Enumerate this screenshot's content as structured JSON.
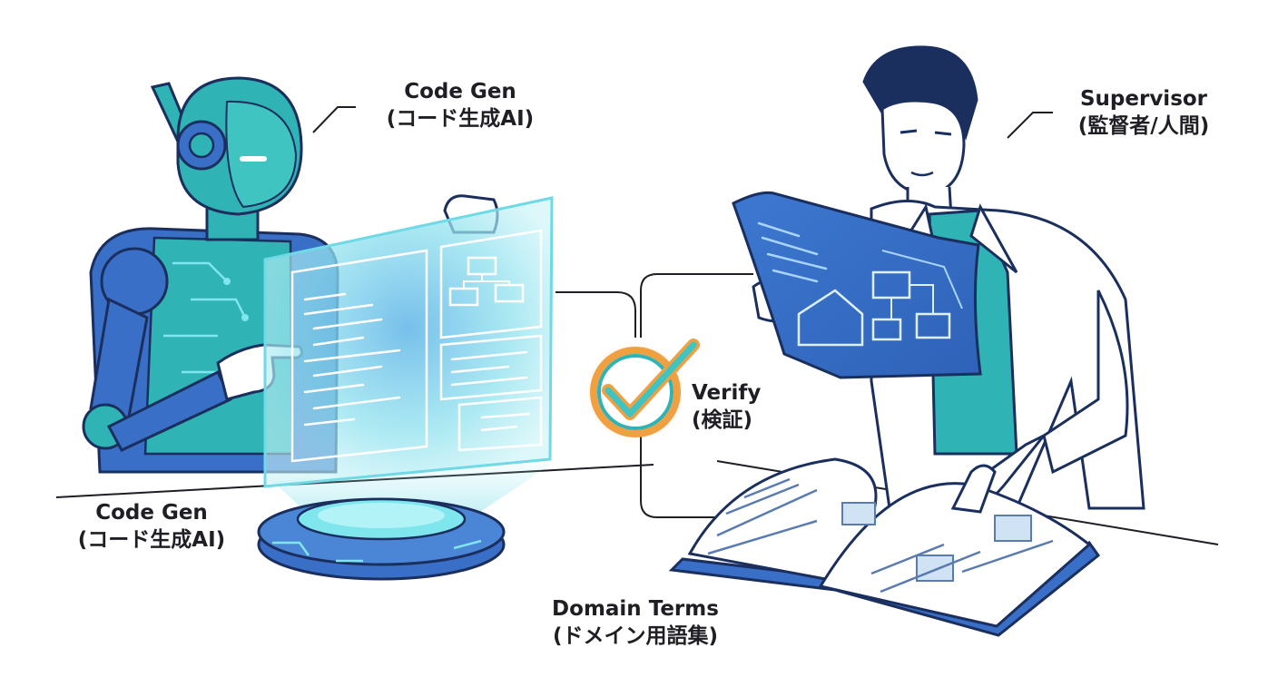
{
  "labels": {
    "codegen_top": {
      "line1": "Code Gen",
      "line2": "(コード生成AI)"
    },
    "codegen_bottom": {
      "line1": "Code Gen",
      "line2": "(コード生成AI)"
    },
    "supervisor": {
      "line1": "Supervisor",
      "line2": "(監督者/人間)"
    },
    "verify": {
      "line1": "Verify",
      "line2": "(検証)"
    },
    "domain_terms": {
      "line1": "Domain Terms",
      "line2": "(ドメイン用語集)"
    }
  },
  "icons": [
    "robot-icon",
    "hologram-screen-icon",
    "checkmark-icon",
    "person-icon",
    "blueprint-icon",
    "open-book-icon"
  ],
  "colors": {
    "teal": "#2fb3b5",
    "blue": "#3a6fc8",
    "navy": "#1b2f5e",
    "cyan_glow": "#7fe6ee",
    "orange": "#f0a040",
    "ink": "#1e1e24"
  }
}
